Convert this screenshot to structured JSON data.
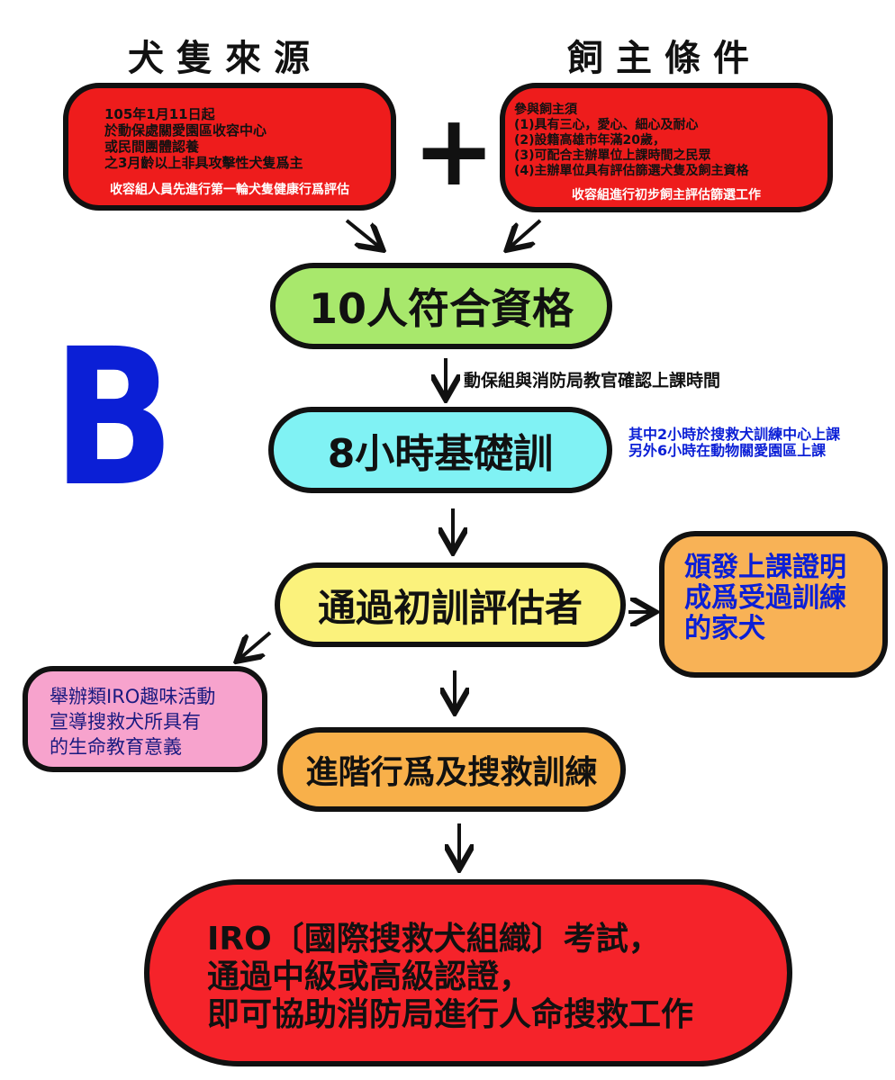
{
  "titles": {
    "source": "犬隻來源",
    "owner": "飼主條件"
  },
  "source_box": {
    "lines": [
      "105年1月11日起",
      "於動保處關愛園區收容中心",
      "或民間團體認養",
      "之3月齡以上非具攻擊性犬隻爲主"
    ],
    "footer": "收容組人員先進行第一輪犬隻健康行爲評估"
  },
  "owner_box": {
    "lines": [
      "參與飼主須",
      "(1)具有三心，愛心、細心及耐心",
      "(2)設籍高雄市年滿20歲，",
      "(3)可配合主辦單位上課時間之民眾",
      "(4)主辦單位具有評估篩選犬隻及飼主資格"
    ],
    "footer": "收容組進行初步飼主評估篩選工作"
  },
  "plus": "+",
  "letter": "B",
  "steps": {
    "qualified": "10人符合資格",
    "confirm_note": "動保組與消防局教官確認上課時間",
    "basic": "8小時基礎訓",
    "basic_note": [
      "其中2小時於搜救犬訓練中心上課",
      "另外6小時在動物關愛園區上課"
    ],
    "pass": "通過初訓評估者",
    "certificate": [
      "頒發上課證明",
      "成爲受過訓練",
      "的家犬"
    ],
    "activity": [
      "舉辦類IRO趣味活動",
      "宣導搜救犬所具有",
      "的生命教育意義"
    ],
    "advanced": "進階行爲及搜救訓練",
    "final": [
      "IRO〔國際搜救犬組織〕考試，",
      "通過中級或高級認證，",
      "即可協助消防局進行人命搜救工作"
    ]
  },
  "colors": {
    "red": "#ee1c1c",
    "green": "#a8e86c",
    "cyan": "#80f2f4",
    "yellow": "#fbf27c",
    "orange": "#f8b256",
    "pink": "#f7a3cd",
    "blue": "#0b1fd6"
  }
}
